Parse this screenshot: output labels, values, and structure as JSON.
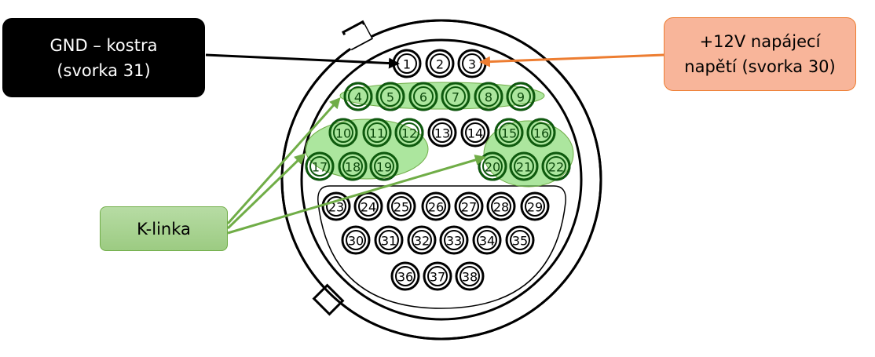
{
  "labels": {
    "gnd": {
      "line1": "GND – kostra",
      "line2": "(svorka 31)"
    },
    "v12": {
      "line1": "+12V napájecí",
      "line2": "napětí (svorka 30)"
    },
    "klinka": "K-linka"
  },
  "colors": {
    "gnd": "#000000",
    "v12_border": "#ed7d31",
    "v12_fill": "#f8b59a",
    "klinka": "#70ad47",
    "highlight": "#7fd96a"
  },
  "pins": {
    "rows": [
      [
        "1",
        "2",
        "3"
      ],
      [
        "4",
        "5",
        "6",
        "7",
        "8",
        "9"
      ],
      [
        "10",
        "11",
        "12",
        "13",
        "14",
        "15",
        "16"
      ],
      [
        "17",
        "18",
        "19",
        "20",
        "21",
        "22"
      ],
      [
        "23",
        "24",
        "25",
        "26",
        "27",
        "28",
        "29"
      ],
      [
        "30",
        "31",
        "32",
        "33",
        "34",
        "35"
      ],
      [
        "36",
        "37",
        "38"
      ]
    ],
    "highlighted": [
      "4",
      "5",
      "6",
      "7",
      "8",
      "9",
      "10",
      "11",
      "12",
      "15",
      "16",
      "17",
      "18",
      "19",
      "20",
      "21",
      "22"
    ]
  }
}
